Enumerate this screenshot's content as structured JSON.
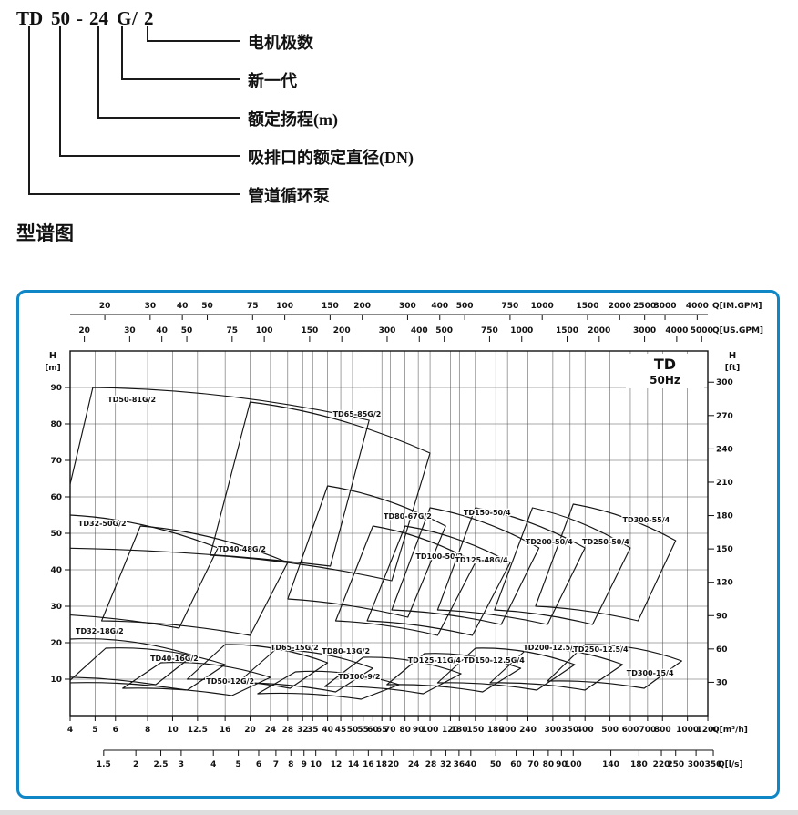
{
  "nomenclature": {
    "code_parts": [
      {
        "text": "TD"
      },
      {
        "text": "50"
      },
      {
        "text": "-"
      },
      {
        "text": "24"
      },
      {
        "text": "G"
      },
      {
        "text": "/"
      },
      {
        "text": "2"
      }
    ],
    "callouts": [
      {
        "label": "电机极数"
      },
      {
        "label": "新一代"
      },
      {
        "label": "额定扬程(m)"
      },
      {
        "label": "吸排口的额定直径(DN)"
      },
      {
        "label": "管道循环泵"
      }
    ]
  },
  "section_title": "型谱图",
  "frame_color": "#0f86c6",
  "chart_data": {
    "type": "area",
    "subtype": "pump-selection-envelope-chart",
    "brand": {
      "name": "TD",
      "freq": "50Hz"
    },
    "axes": {
      "x_top_im_gpm": {
        "unit": "Q[IM.GPM]",
        "ticks": [
          20,
          30,
          40,
          50,
          75,
          100,
          150,
          200,
          300,
          400,
          500,
          750,
          1000,
          1500,
          2000,
          2500,
          3000,
          4000
        ],
        "to_m3h": 0.27276
      },
      "x_top_us_gpm": {
        "unit": "Q[US.GPM]",
        "ticks": [
          20,
          30,
          40,
          50,
          75,
          100,
          150,
          200,
          300,
          400,
          500,
          750,
          1000,
          1500,
          2000,
          3000,
          4000,
          5000
        ],
        "to_m3h": 0.22712
      },
      "x_bottom_m3h": {
        "unit": "Q[m³/h]",
        "scale": "log",
        "range": [
          4,
          1200
        ],
        "ticks": [
          4,
          5,
          6,
          8,
          10,
          12.5,
          16,
          20,
          24,
          28,
          32,
          35,
          40,
          45,
          50,
          55,
          60,
          65,
          70,
          80,
          90,
          100,
          120,
          130,
          150,
          180,
          200,
          240,
          300,
          350,
          400,
          500,
          600,
          700,
          800,
          1000,
          1200
        ]
      },
      "x_bottom_ls": {
        "unit": "Q[l/s]",
        "ticks": [
          1.5,
          2,
          2.5,
          3,
          4,
          5,
          6,
          7,
          8,
          9,
          10,
          12,
          14,
          16,
          18,
          20,
          24,
          28,
          32,
          36,
          40,
          50,
          60,
          70,
          80,
          90,
          100,
          140,
          180,
          220,
          250,
          300,
          350
        ],
        "to_m3h": 3.6
      },
      "y_left_m": {
        "unit_top": "H",
        "unit_bottom": "[m]",
        "range": [
          0,
          100
        ],
        "ticks": [
          10,
          20,
          30,
          40,
          50,
          60,
          70,
          80,
          90
        ]
      },
      "y_right_ft": {
        "unit_top": "H",
        "unit_bottom": "[ft]",
        "ticks": [
          30,
          60,
          90,
          120,
          150,
          180,
          210,
          240,
          270,
          300
        ],
        "to_m": 0.3048
      }
    },
    "pumps": [
      {
        "label": "TD50-81G/2",
        "envelope_QH": [
          [
            4.9,
            90
          ],
          [
            58,
            81
          ],
          [
            41,
            41
          ],
          [
            3.5,
            46
          ]
        ],
        "label_at": [
          5.6,
          86
        ]
      },
      {
        "label": "TD65-85G/2",
        "envelope_QH": [
          [
            20,
            86
          ],
          [
            100,
            72
          ],
          [
            71,
            37
          ],
          [
            14,
            44
          ]
        ],
        "label_at": [
          42,
          82
        ]
      },
      {
        "label": "TD32-50G/2",
        "envelope_QH": [
          [
            4,
            55
          ],
          [
            15,
            46
          ],
          [
            10.6,
            24
          ],
          [
            2.8,
            28
          ]
        ],
        "label_at": [
          4.3,
          52
        ]
      },
      {
        "label": "TD40-48G/2",
        "envelope_QH": [
          [
            7.5,
            52
          ],
          [
            28,
            42
          ],
          [
            20,
            22
          ],
          [
            5.3,
            26
          ]
        ],
        "label_at": [
          15,
          45
        ]
      },
      {
        "label": "TD80-67G/2",
        "envelope_QH": [
          [
            40,
            63
          ],
          [
            115,
            52
          ],
          [
            82,
            27
          ],
          [
            28,
            32
          ]
        ],
        "label_at": [
          66,
          54
        ]
      },
      {
        "label": "TD100-50/2",
        "envelope_QH": [
          [
            60,
            52
          ],
          [
            150,
            42
          ],
          [
            107,
            22
          ],
          [
            43,
            26
          ]
        ],
        "label_at": [
          88,
          43
        ]
      },
      {
        "label": "TD125-48G/4",
        "envelope_QH": [
          [
            80,
            52
          ],
          [
            205,
            42
          ],
          [
            146,
            22
          ],
          [
            57,
            26
          ]
        ],
        "label_at": [
          125,
          42
        ]
      },
      {
        "label": "TD150-50/4",
        "envelope_QH": [
          [
            100,
            57
          ],
          [
            265,
            46
          ],
          [
            189,
            25
          ],
          [
            71,
            29
          ]
        ],
        "label_at": [
          135,
          55
        ]
      },
      {
        "label": "TD200-50/4",
        "envelope_QH": [
          [
            150,
            57
          ],
          [
            400,
            46
          ],
          [
            286,
            25
          ],
          [
            107,
            29
          ]
        ],
        "label_at": [
          235,
          47
        ]
      },
      {
        "label": "TD250-50/4",
        "envelope_QH": [
          [
            250,
            57
          ],
          [
            600,
            46
          ],
          [
            428,
            25
          ],
          [
            178,
            29
          ]
        ],
        "label_at": [
          390,
          47
        ]
      },
      {
        "label": "TD300-55/4",
        "envelope_QH": [
          [
            360,
            58
          ],
          [
            900,
            48
          ],
          [
            643,
            26
          ],
          [
            257,
            30
          ]
        ],
        "label_at": [
          560,
          53
        ]
      },
      {
        "label": "TD32-18G/2",
        "envelope_QH": [
          [
            4,
            21
          ],
          [
            12,
            16.5
          ],
          [
            8.6,
            8.5
          ],
          [
            2.9,
            10.5
          ]
        ],
        "label_at": [
          4.2,
          22.5
        ]
      },
      {
        "label": "TD40-16G/2",
        "envelope_QH": [
          [
            5.5,
            18.5
          ],
          [
            16,
            14
          ],
          [
            11.4,
            7
          ],
          [
            3.9,
            9
          ]
        ],
        "label_at": [
          8.2,
          15
        ]
      },
      {
        "label": "TD50-12G/2",
        "envelope_QH": [
          [
            9,
            14.5
          ],
          [
            24,
            10.5
          ],
          [
            17,
            5.5
          ],
          [
            6.4,
            7.5
          ]
        ],
        "label_at": [
          13.5,
          8.8
        ]
      },
      {
        "label": "TD65-15G/2",
        "envelope_QH": [
          [
            16,
            19.5
          ],
          [
            40,
            14.5
          ],
          [
            28.6,
            7.5
          ],
          [
            11.4,
            10
          ]
        ],
        "label_at": [
          24,
          18
        ]
      },
      {
        "label": "TD80-13G/2",
        "envelope_QH": [
          [
            25,
            18
          ],
          [
            60,
            13
          ],
          [
            43,
            6.5
          ],
          [
            17.9,
            9
          ]
        ],
        "label_at": [
          38,
          17
        ]
      },
      {
        "label": "TD100-9/2",
        "envelope_QH": [
          [
            30,
            12
          ],
          [
            76,
            8.5
          ],
          [
            54,
            4.5
          ],
          [
            21.4,
            6
          ]
        ],
        "label_at": [
          44,
          10
        ]
      },
      {
        "label": "TD125-11G/4",
        "envelope_QH": [
          [
            55,
            16
          ],
          [
            132,
            11.5
          ],
          [
            94,
            6
          ],
          [
            39,
            8
          ]
        ],
        "label_at": [
          82,
          14.5
        ]
      },
      {
        "label": "TD150-12.5G/4",
        "envelope_QH": [
          [
            95,
            17
          ],
          [
            225,
            13
          ],
          [
            160,
            6.5
          ],
          [
            68,
            8.5
          ]
        ],
        "label_at": [
          135,
          14.5
        ]
      },
      {
        "label": "TD200-12.5/4",
        "envelope_QH": [
          [
            150,
            18.5
          ],
          [
            365,
            14
          ],
          [
            260,
            7
          ],
          [
            107,
            9
          ]
        ],
        "label_at": [
          230,
          18
        ]
      },
      {
        "label": "TD250-12.5/4",
        "envelope_QH": [
          [
            240,
            18.5
          ],
          [
            560,
            14
          ],
          [
            400,
            7
          ],
          [
            171,
            9
          ]
        ],
        "label_at": [
          360,
          17.5
        ]
      },
      {
        "label": "TD300-15/4",
        "envelope_QH": [
          [
            400,
            19.5
          ],
          [
            950,
            15
          ],
          [
            679,
            7.5
          ],
          [
            286,
            9.5
          ]
        ],
        "label_at": [
          580,
          11
        ]
      }
    ]
  }
}
